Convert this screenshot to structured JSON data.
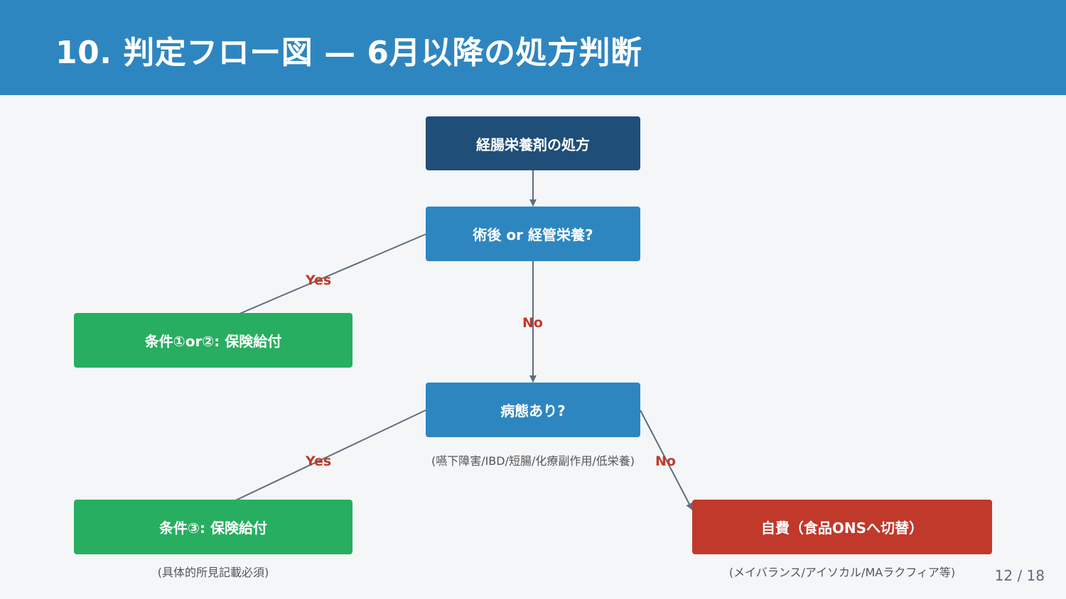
{
  "header": {
    "title": "10. 判定フロー図 — 6月以降の処方判断"
  },
  "flow": {
    "start": "経腸栄養剤の処方",
    "q1": "術後 or 経管栄養?",
    "q1_yes_label": "Yes",
    "q1_no_label": "No",
    "result1": "条件①or②: 保険給付",
    "q2": "病態あり?",
    "q2_note": "(嚥下障害/IBD/短腸/化療副作用/低栄養)",
    "q2_yes_label": "Yes",
    "q2_no_label": "No",
    "result2": "条件③: 保険給付",
    "result2_note": "(具体的所見記載必須)",
    "result3": "自費（食品ONSへ切替）",
    "result3_note": "(メイバランス/アイソカル/MAラクフィア等)"
  },
  "colors": {
    "header": "#2e86c1",
    "start_node": "#1f4e79",
    "question_node": "#2e86c1",
    "insured_node": "#27ae60",
    "self_pay_node": "#c0392b",
    "edge_label": "#c0392b",
    "connector": "#5d6d7e"
  },
  "footer": {
    "page": "12 / 18"
  }
}
